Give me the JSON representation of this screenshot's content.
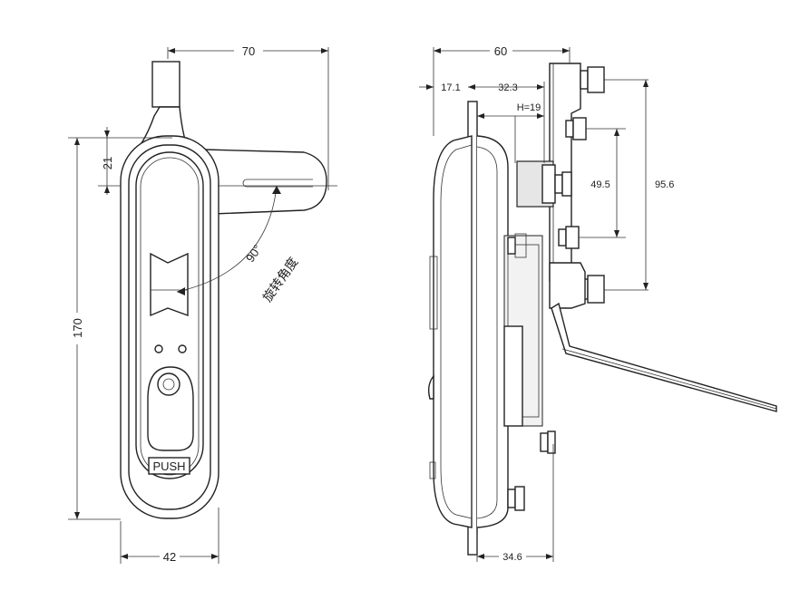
{
  "front_view": {
    "width_label": "70",
    "height_label": "170",
    "bottom_width_label": "42",
    "offset_label": "21",
    "rotation_angle_label": "90°",
    "rotation_note": "旋转角度",
    "push_label": "PUSH"
  },
  "side_view": {
    "width_label": "60",
    "depth_label_a": "17.1",
    "depth_label_b": "32.3",
    "height_label": "H=19",
    "spacing_label_a": "49.5",
    "spacing_label_b": "95.6",
    "bottom_label": "34.6"
  }
}
